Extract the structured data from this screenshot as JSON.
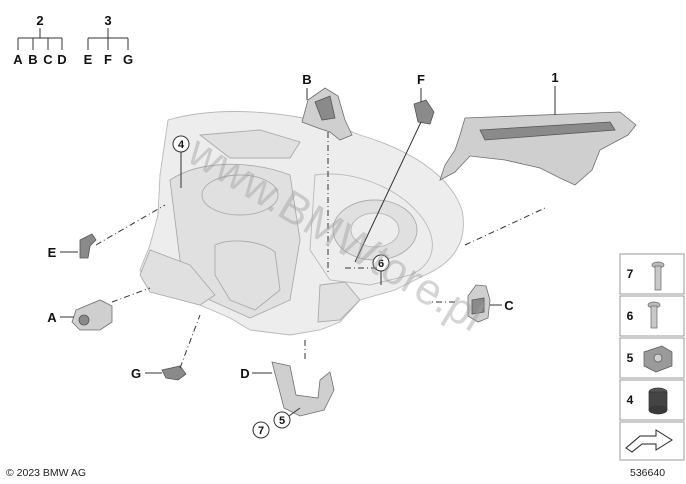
{
  "groups": [
    {
      "number": "2",
      "letters": [
        "A",
        "B",
        "C",
        "D"
      ]
    },
    {
      "number": "3",
      "letters": [
        "E",
        "F",
        "G"
      ]
    }
  ],
  "callouts": {
    "part_1": "1",
    "A": "A",
    "B": "B",
    "C": "C",
    "D": "D",
    "E": "E",
    "F": "F",
    "G": "G",
    "circled_4": "4",
    "circled_6": "6",
    "circled_7": "7",
    "circled_5": "5"
  },
  "legend": {
    "items": [
      {
        "number": "7",
        "icon": "screw-long-icon"
      },
      {
        "number": "6",
        "icon": "screw-short-icon"
      },
      {
        "number": "5",
        "icon": "clip-nut-icon"
      },
      {
        "number": "4",
        "icon": "grommet-icon"
      }
    ],
    "last_icon": "arrow-bracket-icon"
  },
  "watermark": "www.BMWtore.pl",
  "footer": {
    "copyright": "© 2023 BMW AG",
    "diagram_id": "536640"
  }
}
